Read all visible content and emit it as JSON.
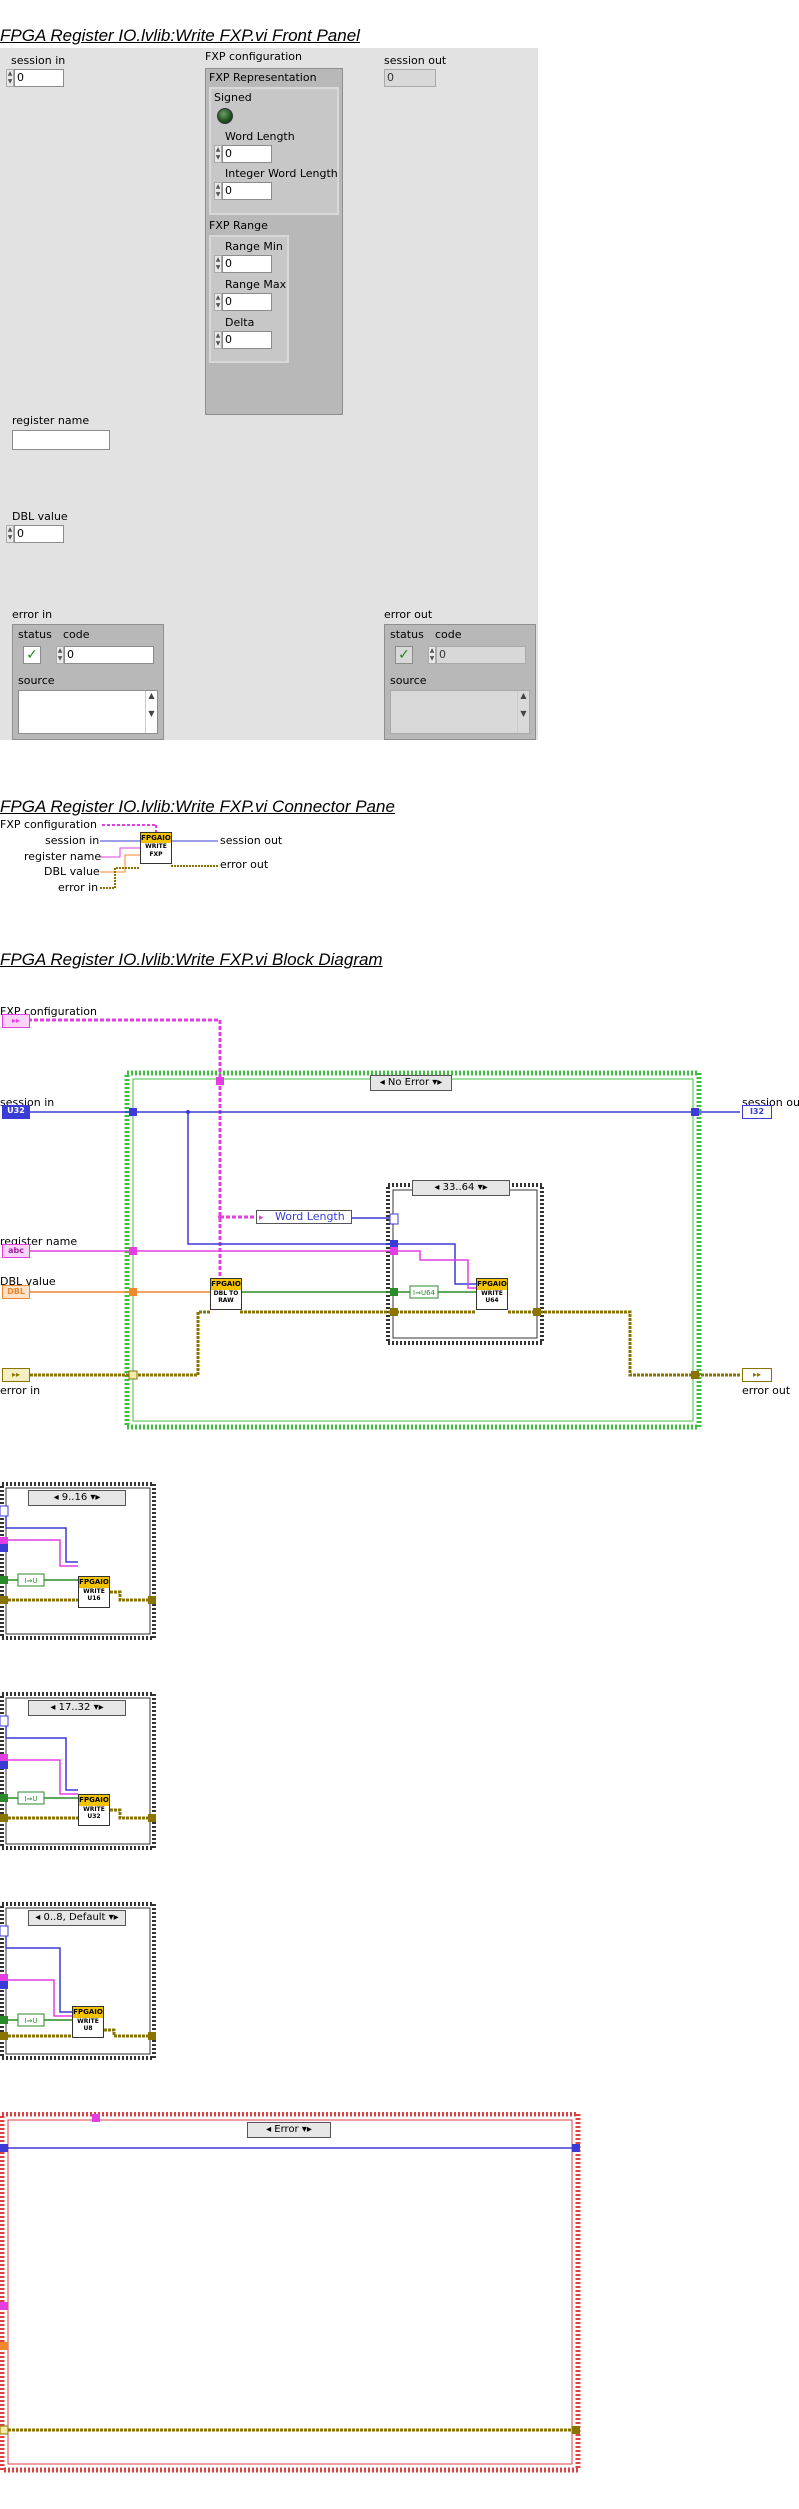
{
  "front_panel": {
    "title": "FPGA Register IO.lvlib:Write FXP.vi Front Panel",
    "session_in": {
      "label": "session in",
      "value": "0"
    },
    "session_out": {
      "label": "session out",
      "value": "0"
    },
    "fxp_configuration": {
      "label": "FXP configuration",
      "representation": {
        "label": "FXP Representation",
        "signed_label": "Signed",
        "word_length_label": "Word Length",
        "word_length": "0",
        "integer_word_length_label": "Integer Word Length",
        "integer_word_length": "0"
      },
      "range": {
        "label": "FXP Range",
        "min_label": "Range Min",
        "min": "0",
        "max_label": "Range Max",
        "max": "0",
        "delta_label": "Delta",
        "delta": "0"
      }
    },
    "register_name": {
      "label": "register name",
      "value": ""
    },
    "dbl_value": {
      "label": "DBL value",
      "value": "0"
    },
    "error_in": {
      "label": "error in",
      "status_label": "status",
      "code_label": "code",
      "code": "0",
      "source_label": "source"
    },
    "error_out": {
      "label": "error out",
      "status_label": "status",
      "code_label": "code",
      "code": "0",
      "source_label": "source"
    }
  },
  "connector_pane": {
    "title": "FPGA Register IO.lvlib:Write FXP.vi Connector Pane",
    "inputs": [
      "FXP configuration",
      "session in",
      "register name",
      "DBL value",
      "error in"
    ],
    "outputs": [
      "session out",
      "error out"
    ],
    "icon_top": "FPGAIO",
    "icon_bottom": "WRITE FXP"
  },
  "block_diagram": {
    "title": "FPGA Register IO.lvlib:Write FXP.vi Block Diagram",
    "terminals": {
      "fxp_configuration": "FXP configuration",
      "session_in": "session in",
      "session_out": "session out",
      "register_name": "register name",
      "dbl_value": "DBL value",
      "error_in": "error in",
      "error_out": "error out"
    },
    "terminal_tags": {
      "u32": "U32",
      "i32": "I32",
      "abc": "abc",
      "dbl": "DBL"
    },
    "outer_case": "No Error",
    "inner_case": "33..64",
    "unbundle_label": "Word Length",
    "subvi_dbl": {
      "top": "FPGAIO",
      "bottom": "DBL TO RAW"
    },
    "subvi_u64": {
      "top": "FPGAIO",
      "bottom": "WRITE U64"
    },
    "case_9_16": {
      "selector": "9..16",
      "subvi_top": "FPGAIO",
      "subvi_bottom": "WRITE U16"
    },
    "case_17_32": {
      "selector": "17..32",
      "subvi_top": "FPGAIO",
      "subvi_bottom": "WRITE U32"
    },
    "case_0_8": {
      "selector": "0..8, Default",
      "subvi_top": "FPGAIO",
      "subvi_bottom": "WRITE U8"
    },
    "error_case": "Error"
  },
  "colors": {
    "cluster_wire": "#e23ee2",
    "u32_wire": "#3b3bd6",
    "error_wire": "#8a7400",
    "string_wire": "#e23ee2",
    "dbl_wire": "#f0872d",
    "int_wire": "#2a8a2a",
    "case_no_error": "#3fbf3f",
    "case_error": "#e04040"
  }
}
